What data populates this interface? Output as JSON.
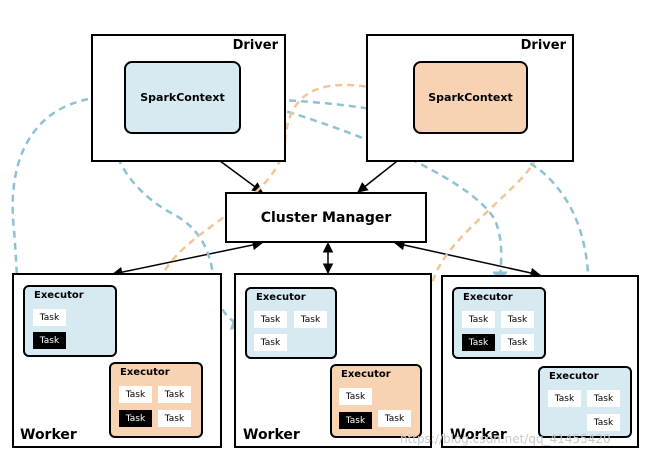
{
  "colors": {
    "blue_fill": "#d7eaf2",
    "orange_fill": "#f7d3b3",
    "blue_dash": "#8ec2d3",
    "orange_dash": "#f3c594"
  },
  "drivers": [
    {
      "label": "Driver",
      "context": "SparkContext"
    },
    {
      "label": "Driver",
      "context": "SparkContext"
    }
  ],
  "cluster_manager": "Cluster Manager",
  "workers": [
    {
      "label": "Worker",
      "executors": [
        {
          "title": "Executor",
          "tasks": [
            "Task",
            "Task"
          ]
        },
        {
          "title": "Executor",
          "tasks": [
            "Task",
            "Task",
            "Task",
            "Task"
          ]
        }
      ]
    },
    {
      "label": "Worker",
      "executors": [
        {
          "title": "Executor",
          "tasks": [
            "Task",
            "Task",
            "Task"
          ]
        },
        {
          "title": "Executor",
          "tasks": [
            "Task",
            "Task",
            "Task"
          ]
        }
      ]
    },
    {
      "label": "Worker",
      "executors": [
        {
          "title": "Executor",
          "tasks": [
            "Task",
            "Task",
            "Task",
            "Task"
          ]
        },
        {
          "title": "Executor",
          "tasks": [
            "Task",
            "Task",
            "Task"
          ]
        }
      ]
    }
  ],
  "watermark": "https://blog.csdn.net/qq_41455420"
}
